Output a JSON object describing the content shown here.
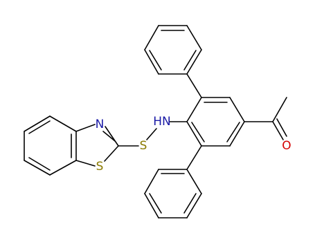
{
  "molecule": {
    "atoms": {
      "N_thiazole": {
        "label": "N",
        "color": "#1a1aa6"
      },
      "S_thiazole": {
        "label": "S",
        "color": "#8a7a00"
      },
      "S_sulfenyl": {
        "label": "S",
        "color": "#8a7a00"
      },
      "NH": {
        "label": "HN",
        "color": "#1a1aa6"
      },
      "O_carbonyl": {
        "label": "O",
        "color": "#d40000"
      }
    },
    "colors": {
      "bond": "#000000",
      "background": "#ffffff"
    }
  }
}
